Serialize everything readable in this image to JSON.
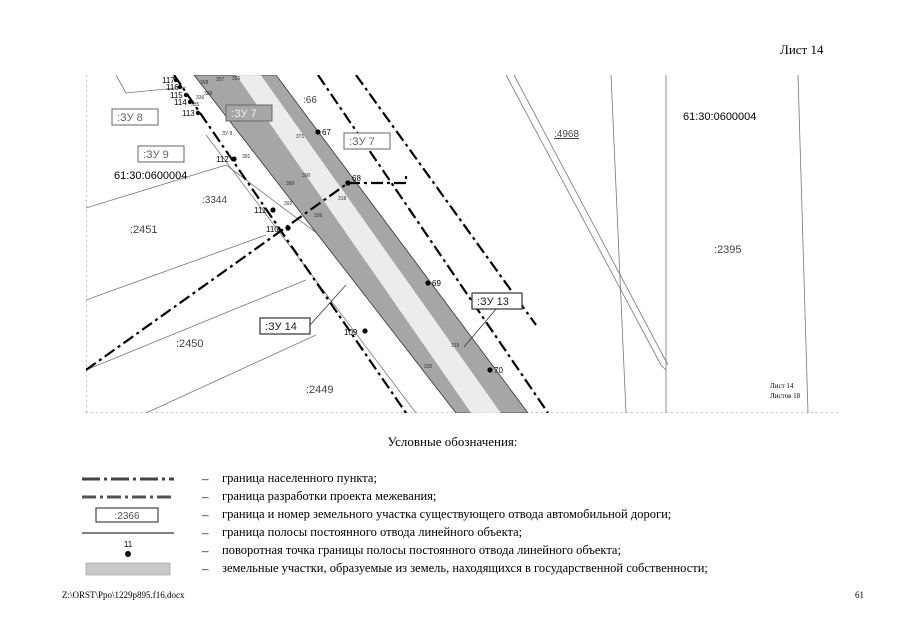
{
  "header": {
    "sheet": "Лист 14"
  },
  "map": {
    "stamp": [
      "Лист 14",
      "Листов 18"
    ],
    "cadastral_quarters": [
      "61:30:0600004",
      "61:30:0600004"
    ],
    "parcels": [
      ":2451",
      ":2450",
      ":2449",
      ":2395",
      ":4968",
      ":3344",
      ":66"
    ],
    "new_parcels": [
      ":ЗУ 8",
      ":ЗУ 9",
      ":ЗУ 7",
      ":ЗУ 7",
      ":ЗУ 13",
      ":ЗУ 14"
    ],
    "turn_points": [
      "67",
      "68",
      "69",
      "70",
      "109",
      "110",
      "111",
      "112",
      "113",
      "114",
      "115",
      "116",
      "117"
    ],
    "small_labels": [
      "391",
      "392",
      "390",
      "389",
      "371",
      "318",
      "336",
      "319",
      "335",
      "335",
      "336",
      "358",
      "357",
      "356",
      "388",
      "ЗУ 8"
    ]
  },
  "legend": {
    "title": "Условные обозначения:",
    "items": [
      {
        "text": "граница населенного пункта;"
      },
      {
        "text": "граница разработки проекта межевания;"
      },
      {
        "text": "граница и номер земельного участка существующего отвода автомобильной дороги;",
        "sample": ":2366"
      },
      {
        "text": "граница полосы постоянного отвода линейного объекта;"
      },
      {
        "text": "поворотная точка границы полосы постоянного отвода линейного объекта;",
        "sample": "11"
      },
      {
        "text": "земельные участки, образуемые из земель, находящихся в государственной собственности;"
      }
    ],
    "dash": "–"
  },
  "footer": {
    "path": "Z:\\ORST\\Ppo\\1229p895.f16.docx",
    "page": "61"
  },
  "colors": {
    "road": "#a6a6a6",
    "strip": "#e6e6e6",
    "line": "#000000",
    "boundary": "#555555"
  }
}
